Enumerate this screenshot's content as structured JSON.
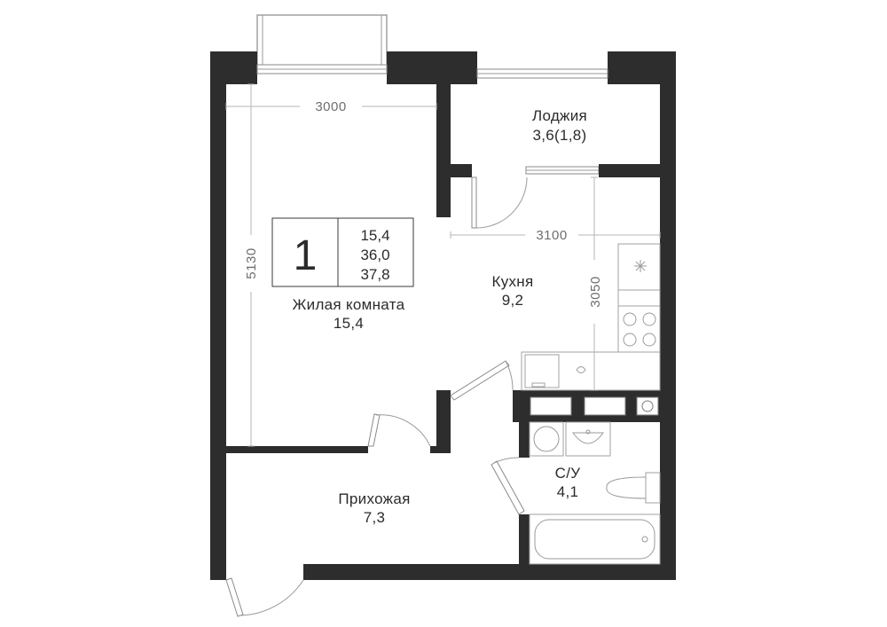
{
  "badge": {
    "rooms": "1",
    "living_area": "15,4",
    "total_area": "36,0",
    "total_area_with_loggia": "37,8"
  },
  "rooms": {
    "living": {
      "name": "Жилая комната",
      "area": "15,4"
    },
    "loggia": {
      "name": "Лоджия",
      "area": "3,6(1,8)"
    },
    "kitchen": {
      "name": "Кухня",
      "area": "9,2"
    },
    "hall": {
      "name": "Прихожая",
      "area": "7,3"
    },
    "bathroom": {
      "name": "С/У",
      "area": "4,1"
    }
  },
  "dimensions": {
    "living_width": "3000",
    "living_length": "5130",
    "kitchen_width": "3100",
    "kitchen_length": "3050"
  }
}
